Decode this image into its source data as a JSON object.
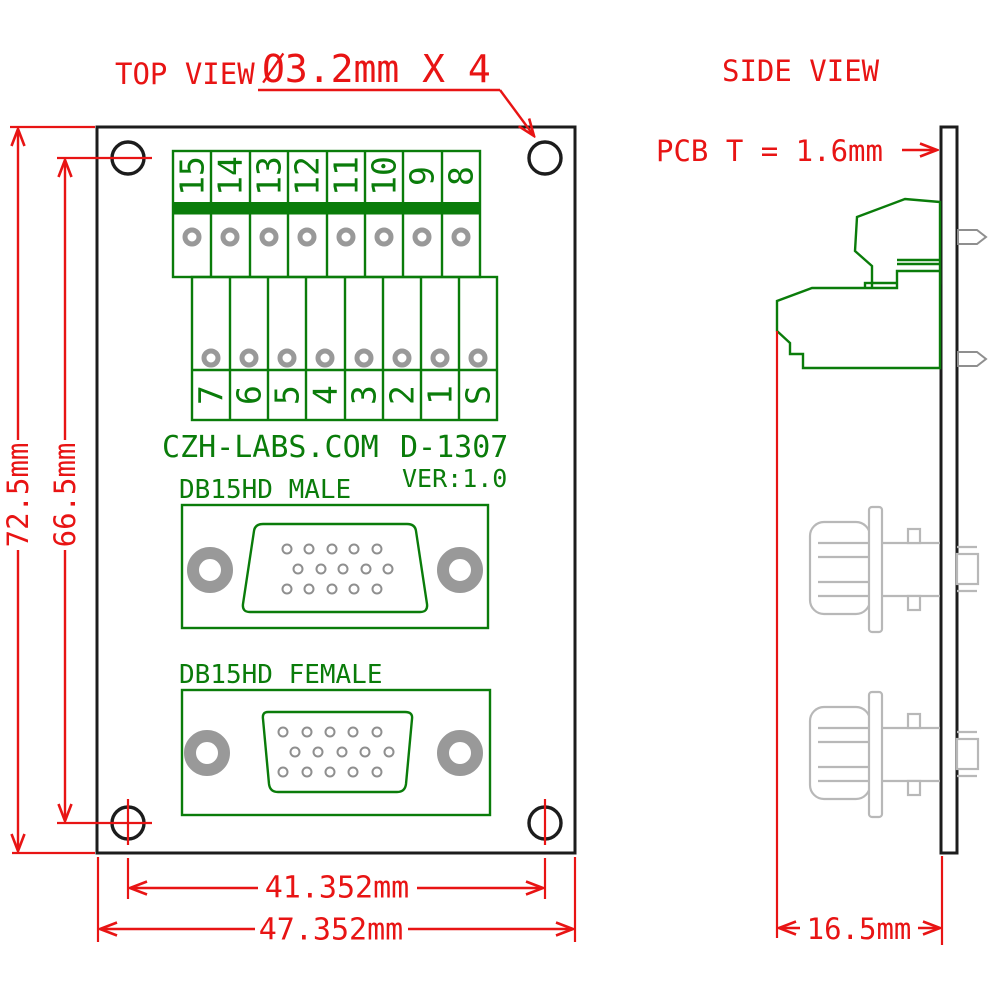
{
  "colors": {
    "red": "#e81414",
    "green": "#0a7c0a",
    "black": "#1c1c1c",
    "grey": "#999999",
    "lightgrey": "#b8b8b8"
  },
  "top_view": {
    "label": "TOP VIEW",
    "hole_callout": "Ø3.2mm X 4",
    "terminal_upper_labels": [
      "15",
      "14",
      "13",
      "12",
      "11",
      "10",
      "9",
      "8"
    ],
    "terminal_lower_labels": [
      "7",
      "6",
      "5",
      "4",
      "3",
      "2",
      "1",
      "S"
    ],
    "silkscreen": {
      "brand": "CZH-LABS.COM",
      "model": "D-1307",
      "version": "VER:1.0",
      "male_connector": "DB15HD MALE",
      "female_connector": "DB15HD FEMALE"
    },
    "dimensions": {
      "board_height": "72.5mm",
      "mount_hole_spacing_vertical": "66.5mm",
      "mount_hole_spacing_horizontal": "41.352mm",
      "board_width": "47.352mm"
    }
  },
  "side_view": {
    "label": "SIDE VIEW",
    "pcb_thickness": "PCB T = 1.6mm",
    "dimensions": {
      "module_depth": "16.5mm"
    }
  }
}
